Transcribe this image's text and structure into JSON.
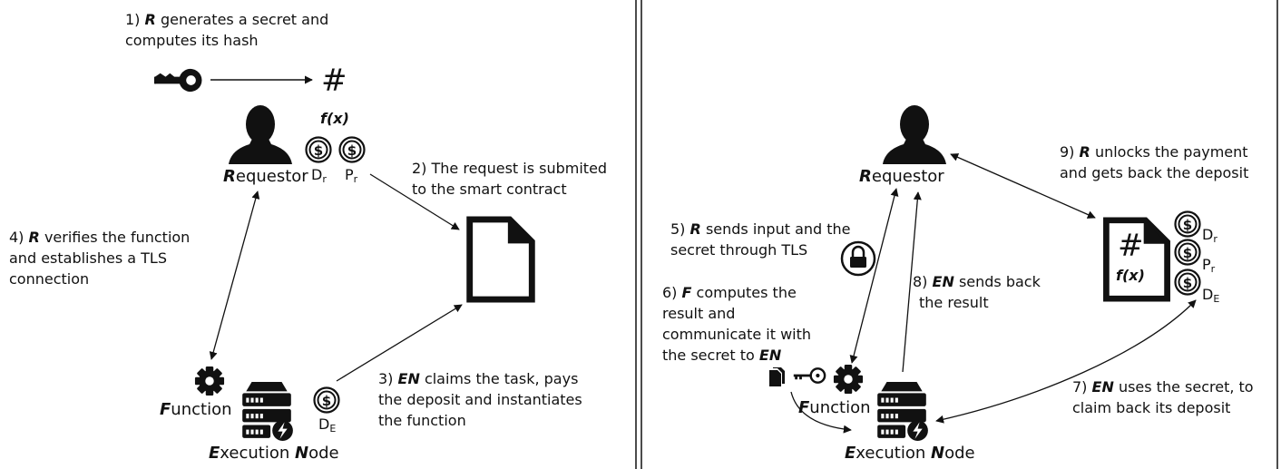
{
  "left_panel": {
    "step1": {
      "num": "1)",
      "actor": "R",
      "line1_rest": "generates a secret and",
      "line2": "computes its hash"
    },
    "hash_symbol": "#",
    "fx_label": "f(x)",
    "requestor": {
      "initial": "R",
      "rest": "equestor"
    },
    "coin_symbol": "$",
    "dr": {
      "main": "D",
      "sub": "r"
    },
    "pr": {
      "main": "P",
      "sub": "r"
    },
    "de": {
      "main": "D",
      "sub": "E"
    },
    "step2": {
      "line1": "2) The request is submited",
      "line2": "to the smart contract"
    },
    "step3": {
      "num": "3)",
      "actor": "EN",
      "line1_rest": "claims the task, pays",
      "line2": "the deposit and instantiates",
      "line3": "the function"
    },
    "step4": {
      "num": "4)",
      "actor": "R",
      "line1_rest": "verifies the function",
      "line2": "and establishes a TLS",
      "line3": "connection"
    },
    "function_label": {
      "initial": "F",
      "rest": "unction"
    },
    "execution_node": {
      "initial1": "E",
      "rest1": "xecution ",
      "initial2": "N",
      "rest2": "ode"
    }
  },
  "right_panel": {
    "requestor": {
      "initial": "R",
      "rest": "equestor"
    },
    "step5": {
      "num": "5)",
      "actor": "R",
      "line1_rest": "sends input and the",
      "line2": "secret through TLS"
    },
    "step6": {
      "num": "6)",
      "actor": "F",
      "line1_rest": "computes the",
      "line2": "result and",
      "line3": "communicate it with",
      "line4_pre": "the secret to",
      "line4_actor": "EN"
    },
    "step7": {
      "num": "7)",
      "actor": "EN",
      "line1_rest": "uses the secret, to",
      "line2": "claim back its deposit"
    },
    "step8": {
      "num": "8)",
      "actor": "EN",
      "line1_rest": "sends back",
      "line2": "the result"
    },
    "step9": {
      "num": "9)",
      "actor": "R",
      "line1_rest": "unlocks the payment",
      "line2": "and gets back the deposit"
    },
    "hash_symbol": "#",
    "fx_label": "f(x)",
    "coin_symbol": "$",
    "dr": {
      "main": "D",
      "sub": "r"
    },
    "pr": {
      "main": "P",
      "sub": "r"
    },
    "de": {
      "main": "D",
      "sub": "E"
    },
    "function_label": {
      "initial": "F",
      "rest": "unction"
    },
    "execution_node": {
      "initial1": "E",
      "rest1": "xecution ",
      "initial2": "N",
      "rest2": "ode"
    }
  }
}
